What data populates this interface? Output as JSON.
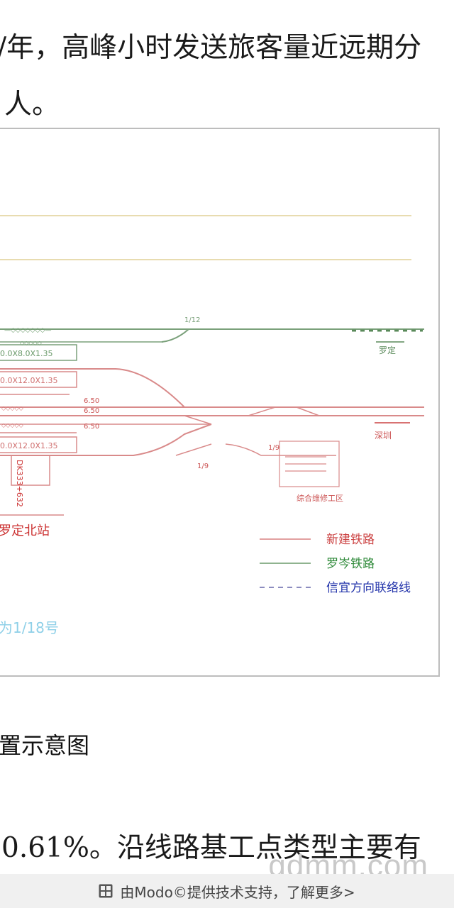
{
  "article": {
    "para1": "/年，高峰小时发送旅客量近远期分",
    "para2": "人。",
    "para3": "0.61%。沿线路基工点类型主要有"
  },
  "figure": {
    "labels": {
      "switch_top": "1/12",
      "box_top": "0.0X8.0X1.35",
      "box_mid": "0.0X12.0X1.35",
      "box_bottom": "0.0X12.0X1.35",
      "dist1": "6.50",
      "dist2": "6.50",
      "dist3": "6.50",
      "switch_bottom": "1/9",
      "switch_right": "1/9",
      "dk": "DK333+632",
      "station": "罗定北站",
      "dir_top": "罗定",
      "dir_right": "深圳",
      "yard": "综合维修工区",
      "note": "为1/18号"
    },
    "legend": [
      {
        "label": "新建铁路",
        "color": "#d98080",
        "text_color": "#cc4444",
        "style": "solid"
      },
      {
        "label": "罗岑铁路",
        "color": "#6a9a6a",
        "text_color": "#2f8a3a",
        "style": "solid"
      },
      {
        "label": "信宜方向联络线",
        "color": "#6666aa",
        "text_color": "#2233aa",
        "style": "dashed"
      }
    ]
  },
  "caption": "置示意图",
  "watermark": "gdmm.com",
  "footer": {
    "text": "由Modo©提供技术支持，了解更多>"
  }
}
